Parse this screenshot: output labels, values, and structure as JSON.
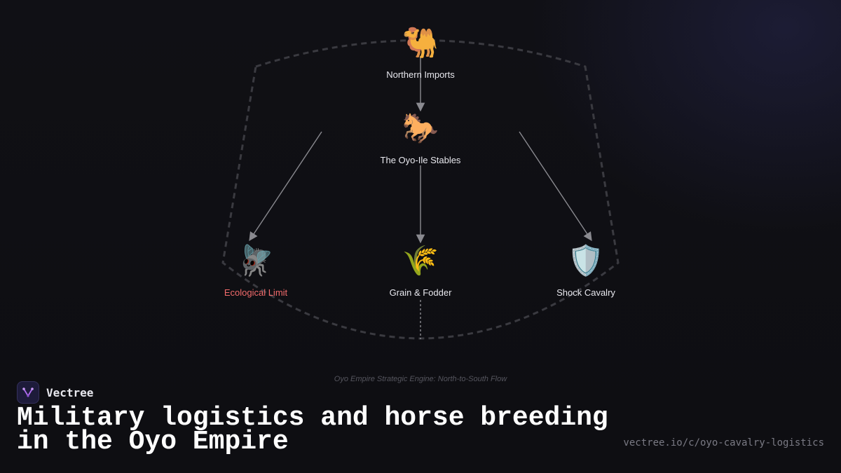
{
  "diagram": {
    "nodes": [
      {
        "id": "northern-imports",
        "icon": "camel-icon",
        "glyph": "🐫",
        "label": "Northern Imports"
      },
      {
        "id": "stables",
        "icon": "horse-icon",
        "glyph": "🐎",
        "label": "The Oyo-Ile Stables"
      },
      {
        "id": "ecological-limit",
        "icon": "fly-icon",
        "glyph": "🪰",
        "label": "Ecological Limit",
        "color": "#f26b6b"
      },
      {
        "id": "grain-fodder",
        "icon": "grain-icon",
        "glyph": "🌾",
        "label": "Grain & Fodder"
      },
      {
        "id": "shock-cavalry",
        "icon": "shield-icon",
        "glyph": "🛡️",
        "label": "Shock Cavalry"
      }
    ],
    "edges": [
      {
        "from": "northern-imports",
        "to": "stables"
      },
      {
        "from": "stables",
        "to": "ecological-limit"
      },
      {
        "from": "stables",
        "to": "grain-fodder"
      },
      {
        "from": "stables",
        "to": "shock-cavalry"
      }
    ],
    "caption": "Oyo Empire Strategic Engine: North-to-South Flow"
  },
  "brand": {
    "name": "Vectree",
    "logo_icon": "vectree-logo-icon",
    "accent": "#b06cf0"
  },
  "headline": "Military logistics and horse breeding in the Oyo Empire",
  "url": "vectree.io/c/oyo-cavalry-logistics",
  "colors": {
    "background": "#0f0f13",
    "edge": "#8a8a90",
    "boundary": "#3a3a40",
    "warning": "#f26b6b"
  }
}
